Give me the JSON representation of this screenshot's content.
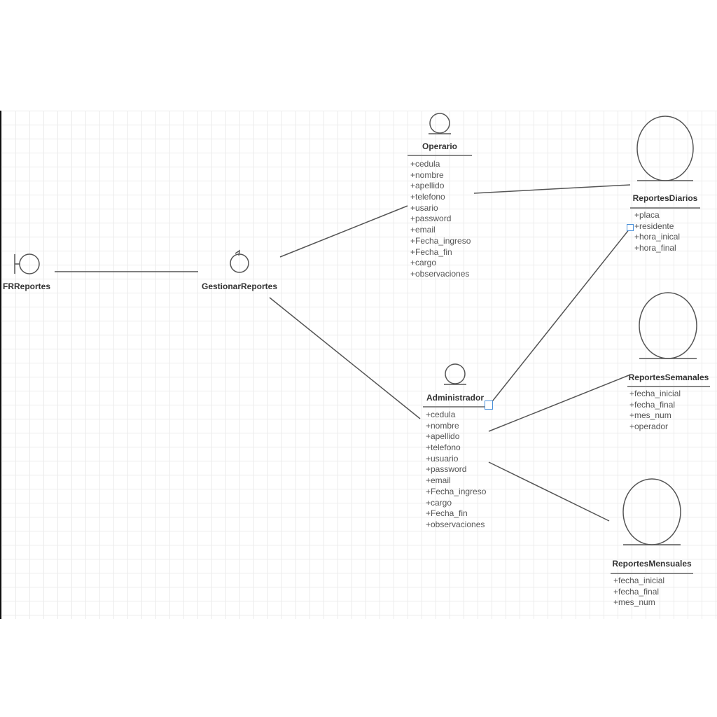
{
  "boundary": {
    "name": "FRReportes"
  },
  "control": {
    "name": "GestionarReportes"
  },
  "entities": {
    "operario": {
      "name": "Operario",
      "attributes": [
        "+cedula",
        "+nombre",
        "+apellido",
        "+telefono",
        "+usario",
        "+password",
        "+email",
        "+Fecha_ingreso",
        "+Fecha_fin",
        "+cargo",
        "+observaciones"
      ]
    },
    "administrador": {
      "name": "Administrador",
      "attributes": [
        "+cedula",
        "+nombre",
        "+apellido",
        "+telefono",
        "+usuario",
        "+password",
        "+email",
        "+Fecha_ingreso",
        "+cargo",
        "+Fecha_fin",
        "+observaciones"
      ]
    },
    "reportes_diarios": {
      "name": "ReportesDiarios",
      "attributes": [
        "+placa",
        "+residente",
        "+hora_inical",
        "+hora_final"
      ]
    },
    "reportes_semanales": {
      "name": "ReportesSemanales",
      "attributes": [
        "+fecha_inicial",
        "+fecha_final",
        "+mes_num",
        "+operador"
      ]
    },
    "reportes_mensuales": {
      "name": "ReportesMensuales",
      "attributes": [
        "+fecha_inicial",
        "+fecha_final",
        "+mes_num"
      ]
    }
  },
  "colors": {
    "line": "#555555",
    "handle": "#4a90d9",
    "grid": "#ececec"
  }
}
